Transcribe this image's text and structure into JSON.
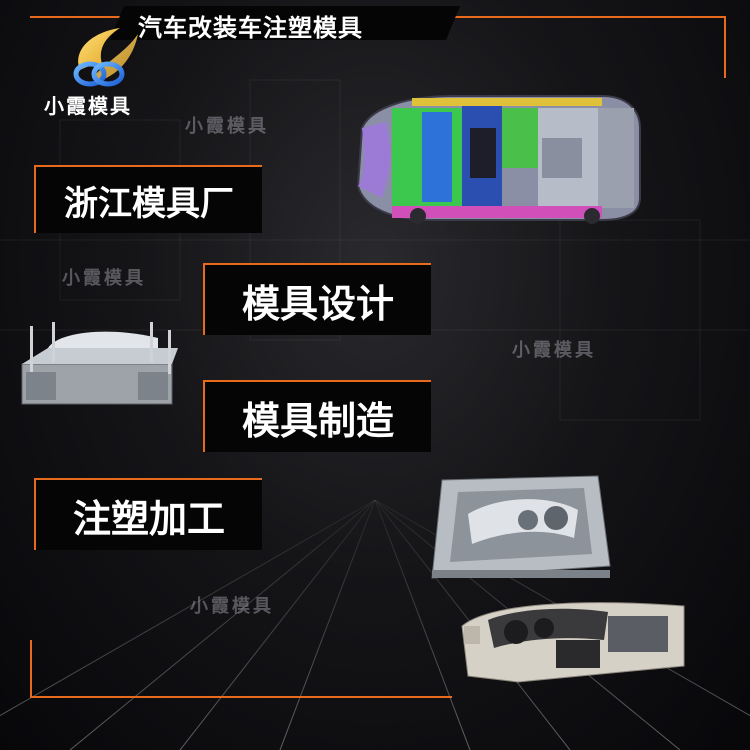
{
  "title": "汽车改装车注塑模具",
  "brand": {
    "name": "小霞模具",
    "logo_icon": "flame-swirl-logo-icon"
  },
  "labels": {
    "factory": "浙江模具厂",
    "design": "模具设计",
    "manufacture": "模具制造",
    "processing": "注塑加工"
  },
  "watermarks": [
    "小霞模具",
    "小霞模具",
    "小霞模具",
    "小霞模具"
  ],
  "colors": {
    "accent": "#e86a1c",
    "background": "#0b0b0d",
    "text": "#ffffff"
  },
  "images": {
    "car": "car-frame-cad-icon",
    "mold": "injection-mold-icon",
    "dashboard_mold": "dashboard-mold-icon",
    "dashboard": "car-dashboard-icon"
  }
}
